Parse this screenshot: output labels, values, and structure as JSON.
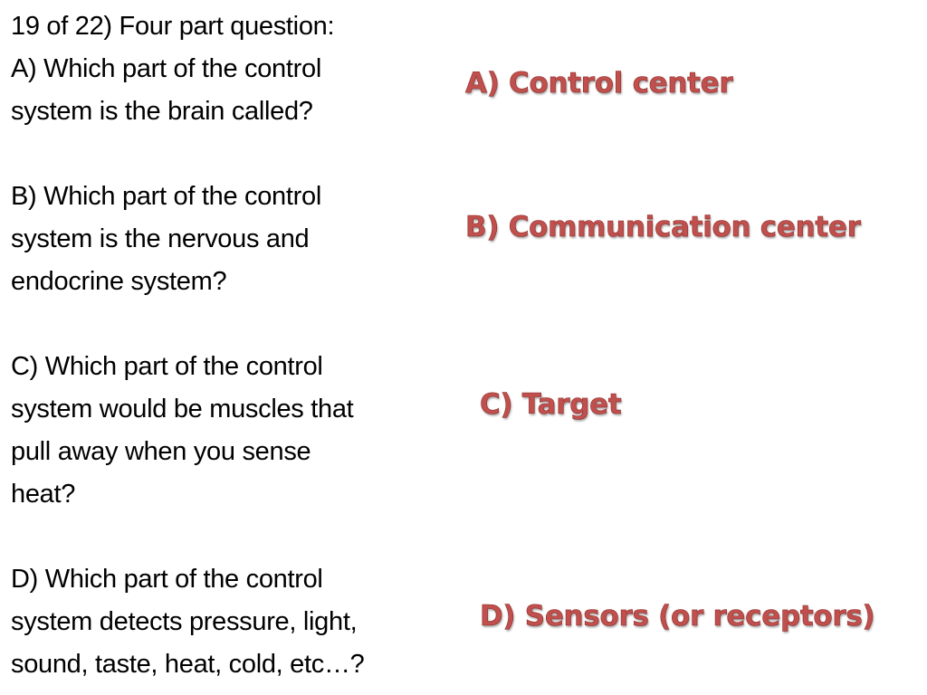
{
  "slide": {
    "question_lines": [
      "19 of 22) Four part question:",
      "A) Which part of the control",
      "system is the brain called?",
      "",
      "B) Which part of the control",
      "system is the nervous and",
      "endocrine system?",
      "",
      "C) Which part of the control",
      "system would be muscles that",
      "pull away when you sense",
      "heat?",
      "",
      "D) Which part of the control",
      "system detects pressure, light,",
      "sound, taste, heat, cold, etc…?"
    ],
    "answers": {
      "a": "A) Control center",
      "b": "B) Communication center",
      "c": "C) Target",
      "d": "D) Sensors (or receptors)"
    },
    "colors": {
      "answer_text": "#c0504d",
      "question_text": "#000000",
      "background": "#ffffff"
    }
  }
}
